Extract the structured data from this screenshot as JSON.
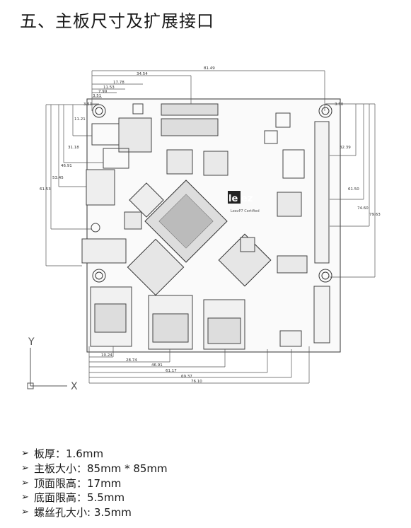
{
  "page_title": "五、主板尺寸及扩展接口",
  "board": {
    "brand_text": "le ez",
    "certified_text": "LeezP7 Certified"
  },
  "dimensions": {
    "top": [
      "81.49",
      "34.54",
      "17.78",
      "11.53",
      "7.99",
      "3.51",
      "3.50"
    ],
    "top_right": [
      "3.50"
    ],
    "left": [
      "11.21",
      "31.18",
      "46.91",
      "53.45",
      "61.53"
    ],
    "right": [
      "32.39",
      "61.50",
      "74.60",
      "79.63"
    ],
    "bottom": [
      "10.24",
      "28.74",
      "46.91",
      "61.17",
      "69.37",
      "76.10"
    ]
  },
  "axes": {
    "y": "Y",
    "x": "X"
  },
  "specs": [
    "板厚：1.6mm",
    "主板大小：85mm * 85mm",
    "顶面限高：17mm",
    "底面限高：5.5mm",
    "螺丝孔大小: 3.5mm"
  ],
  "bullet_symbol": "➢",
  "colors": {
    "line": "#333333",
    "dim": "#555555",
    "board_bg": "#fafafa"
  }
}
